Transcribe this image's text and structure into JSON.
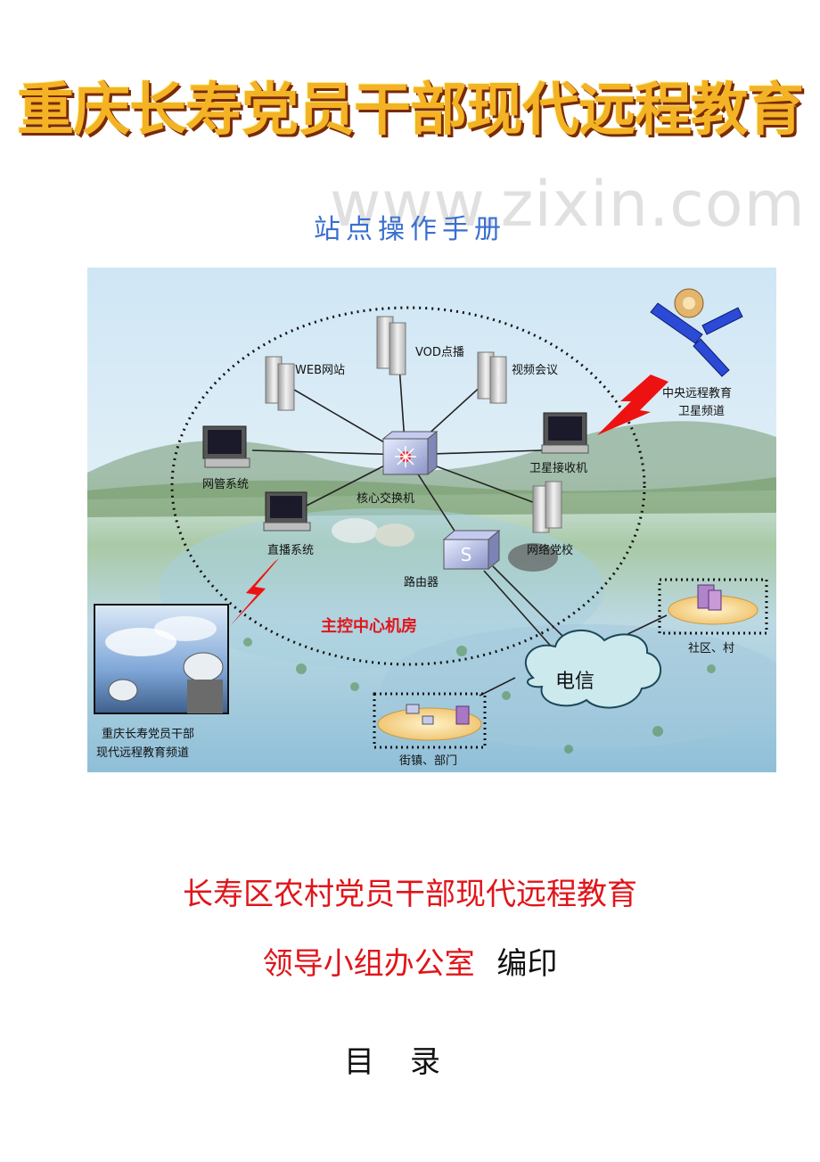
{
  "header": {
    "title": "重庆长寿党员干部现代远程教育",
    "watermark": "www.zixin.com",
    "subtitle": "站点操作手册"
  },
  "diagram": {
    "center_room_label": "主控中心机房",
    "nodes": {
      "web": "WEB网站",
      "vod": "VOD点播",
      "video_conf": "视频会议",
      "net_mgmt": "网管系统",
      "core_switch": "核心交换机",
      "satellite_rx": "卫星接收机",
      "live": "直播系统",
      "party_school": "网络党校",
      "router": "路由器",
      "telecom": "电信",
      "community": "社区、村",
      "town": "街镇、部门",
      "satellite_line1": "中央远程教育",
      "satellite_line2": "卫星频道",
      "channel_line1": "重庆长寿党员干部",
      "channel_line2": "现代远程教育频道"
    }
  },
  "footer": {
    "org_line1": "长寿区农村党员干部现代远程教育",
    "org_line2": "领导小组办公室",
    "edited_by": "编印",
    "toc": "目录"
  }
}
